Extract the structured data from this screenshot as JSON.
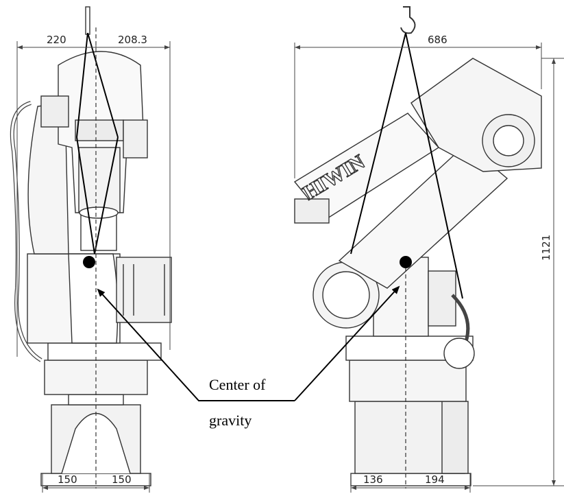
{
  "dimensions": {
    "left_top_left": "220",
    "left_top_right": "208.3",
    "left_bottom_left": "150",
    "left_bottom_right": "150",
    "right_top": "686",
    "right_height": "1121",
    "right_bottom_left": "136",
    "right_bottom_right": "194"
  },
  "callout": {
    "line1": "Center of",
    "line2": "gravity"
  },
  "brand_logo": "HIWIN"
}
